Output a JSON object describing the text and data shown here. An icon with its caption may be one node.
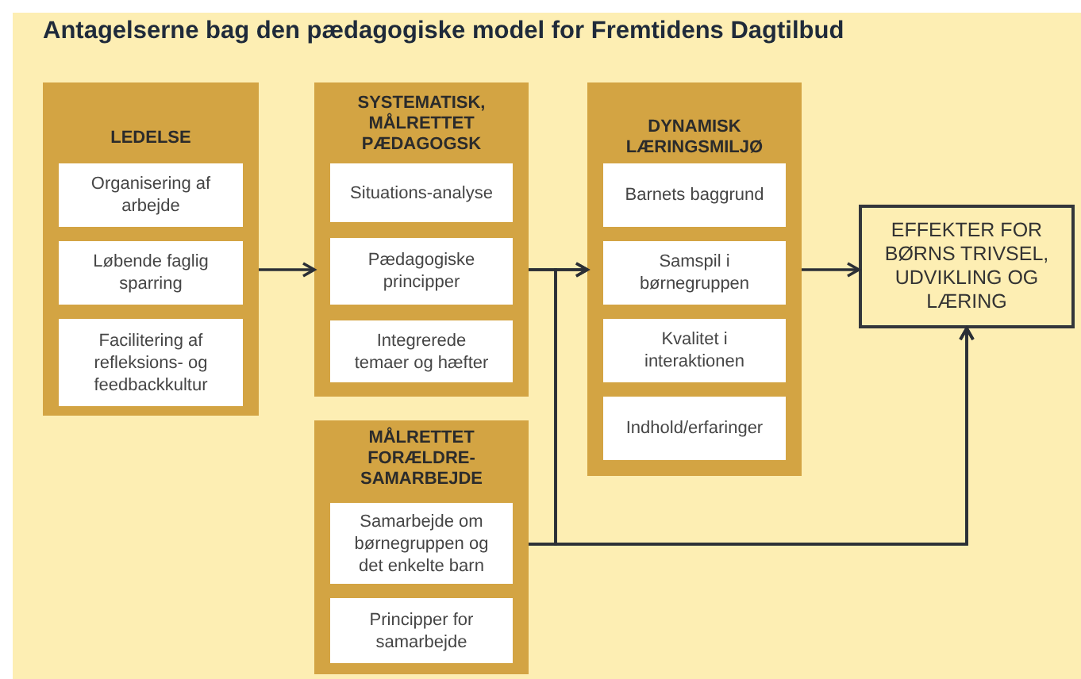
{
  "diagram": {
    "title": "Antagelserne bag den pædagogiske model for Fremtidens Dagtilbud",
    "nodes": [
      {
        "text": [
          "LEDELSE"
        ]
      },
      {
        "text": [
          "Organisering af arbejde"
        ],
        "in": 0
      },
      {
        "text": [
          "Løbende faglig sparring"
        ],
        "in": 0
      },
      {
        "text": [
          "Facilitering af refleksions- og feedbackkultur"
        ],
        "in": 0
      },
      {
        "text": [
          "SYSTEMATISK, MÅLRETTET PÆDAGOGSK"
        ]
      },
      {
        "text": [
          "Situations-analyse"
        ],
        "in": 4
      },
      {
        "text": [
          "Pædagogiske principper"
        ],
        "in": 4
      },
      {
        "text": [
          "Integrerede temaer og hæfter"
        ],
        "in": 4
      },
      {
        "text": [
          "DYNAMISK LÆRINGSMILJØ"
        ]
      },
      {
        "text": [
          "Barnets baggrund"
        ],
        "in": 8
      },
      {
        "text": [
          "Samspil i børnegruppen"
        ],
        "in": 8
      },
      {
        "text": [
          "Kvalitet i interaktionen"
        ],
        "in": 8
      },
      {
        "text": [
          "Indhold/erfaringer"
        ],
        "in": 8
      },
      {
        "text": [
          "MÅLRETTET FORÆLDRE-SAMARBEJDE"
        ]
      },
      {
        "text": [
          "Samarbejde om børnegruppen og det enkelte barn"
        ],
        "in": 13
      },
      {
        "text": [
          "Principper for samarbejde"
        ],
        "in": 13
      },
      {
        "text": [
          "EFFEKTER FOR BØRNS TRIVSEL, UDVIKLING OG LÆRING"
        ]
      }
    ],
    "edges": [
      {
        "from": 0,
        "to": 4,
        "arrow": "to"
      },
      {
        "from": 4,
        "to": 8,
        "arrow": "to"
      },
      {
        "from": 4,
        "to": 16,
        "arrow": "to"
      },
      {
        "from": 13,
        "to": 8,
        "arrow": "to"
      },
      {
        "from": 13,
        "to": 16,
        "arrow": "to"
      },
      {
        "from": 8,
        "to": 16,
        "arrow": "to"
      }
    ]
  }
}
